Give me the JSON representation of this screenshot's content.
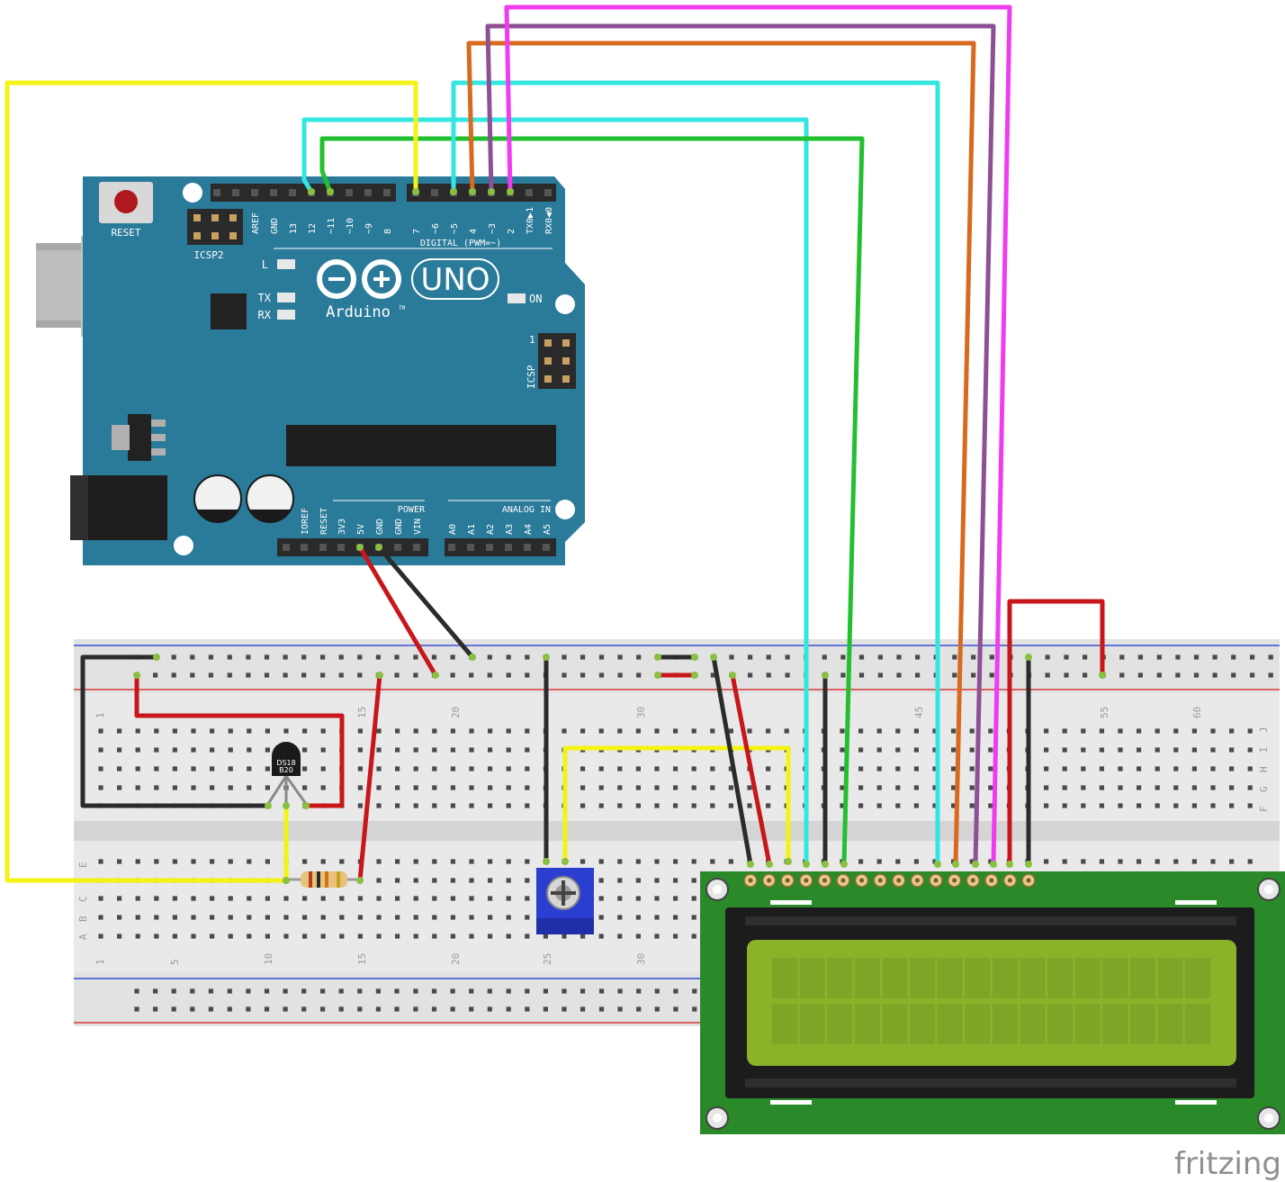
{
  "arduino": {
    "reset_label": "RESET",
    "icsp2_label": "ICSP2",
    "icsp_label": "ICSP",
    "icsp_pin1": "1",
    "brand": "Arduino",
    "trademark": "TM",
    "model": "UNO",
    "on_label": "ON",
    "led_l": "L",
    "led_tx": "TX",
    "led_rx": "RX",
    "digital_label": "DIGITAL (PWM=~)",
    "power_label": "POWER",
    "analog_label": "ANALOG IN",
    "digital_pins": [
      "AREF",
      "GND",
      "13",
      "12",
      "~11",
      "~10",
      "~9",
      "8",
      "7",
      "~6",
      "~5",
      "4",
      "~3",
      "2",
      "TX0▶1",
      "RX0◀0"
    ],
    "power_pins": [
      "IOREF",
      "RESET",
      "3V3",
      "5V",
      "GND",
      "GND",
      "VIN"
    ],
    "analog_pins": [
      "A0",
      "A1",
      "A2",
      "A3",
      "A4",
      "A5"
    ]
  },
  "breadboard": {
    "column_numbers_top": [
      "1",
      "15",
      "20",
      "30",
      "45",
      "55",
      "60"
    ],
    "column_numbers_bottom": [
      "1",
      "5",
      "10",
      "15",
      "20",
      "25",
      "30"
    ],
    "row_letters_top": [
      "J",
      "I",
      "H",
      "G",
      "F"
    ],
    "row_letters_bottom": [
      "E",
      "C",
      "B",
      "A"
    ]
  },
  "sensor": {
    "label_line1": "DS18",
    "label_line2": "B20"
  },
  "lcd": {
    "type": "16x2 character LCD"
  },
  "colors": {
    "board": "#2a7a99",
    "yellow": "#f3f315",
    "cyan": "#33e6e0",
    "green": "#22c030",
    "orange": "#d8691f",
    "purple": "#8e4f94",
    "magenta": "#f03cf0",
    "red": "#c8161b",
    "black": "#2b2b2b",
    "lcd_pcb": "#2a8a2a",
    "lcd_screen": "#8cb22a"
  },
  "watermark": "fritzing"
}
